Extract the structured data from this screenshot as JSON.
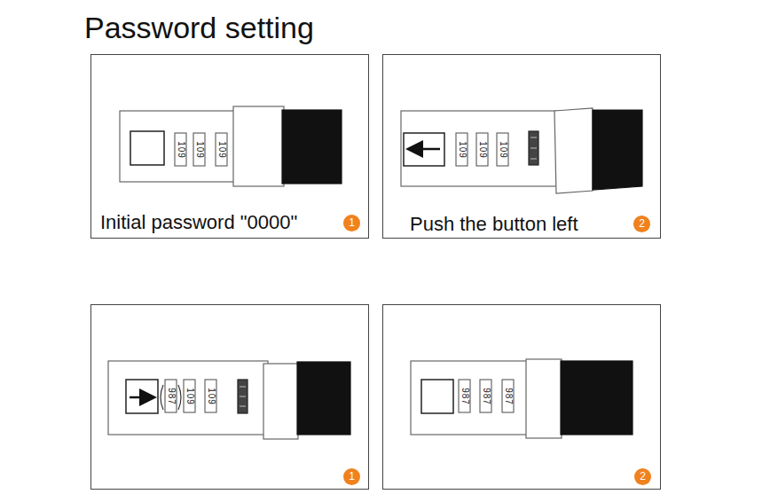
{
  "diagram": {
    "title": "Password setting",
    "nodes": [
      {
        "text": [
          "Initial password \"0000\"",
          "1"
        ]
      },
      {
        "text": [
          "Push the button left",
          "2"
        ]
      },
      {
        "text": [
          "1"
        ]
      },
      {
        "text": [
          "2"
        ]
      }
    ],
    "labels": [
      "109",
      "109",
      "109",
      "109",
      "109",
      "109",
      "987",
      "109",
      "109",
      "987",
      "987",
      "987"
    ]
  }
}
